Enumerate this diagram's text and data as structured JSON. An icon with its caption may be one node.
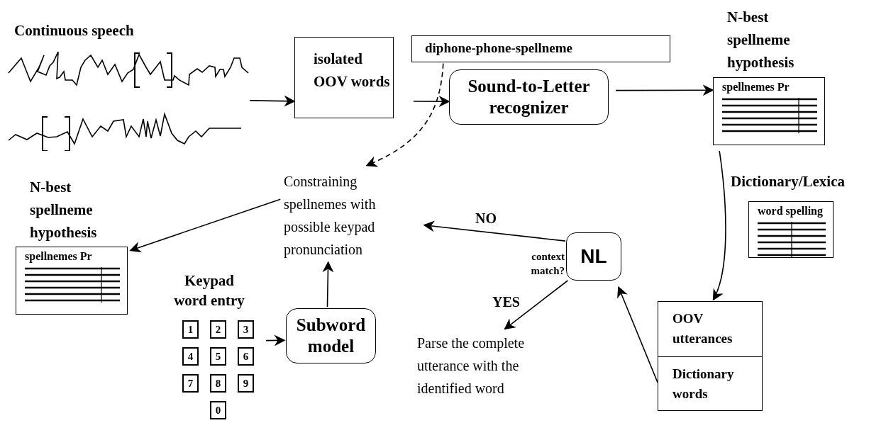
{
  "diagram": {
    "nodes": [
      {
        "text": [
          "Continuous speech"
        ]
      },
      {
        "text": [
          "isolated OOV words"
        ]
      },
      {
        "text": [
          "diphone-phone-spellneme"
        ]
      },
      {
        "text": [
          "Sound-to-Letter recognizer"
        ]
      },
      {
        "text": [
          "N-best spellneme hypothesis",
          "spellnemes Pr"
        ]
      },
      {
        "text": [
          "Constraining spellnemes with possible keypad pronunciation"
        ]
      },
      {
        "text": [
          "Dictionary/Lexica",
          "word spelling"
        ]
      },
      {
        "text": [
          "N-best spellneme hypothesis",
          "spellnemes Pr"
        ]
      },
      {
        "text": [
          "NL"
        ],
        "beside": [
          "context match?"
        ]
      },
      {
        "text": [
          "Keypad word entry"
        ]
      },
      {
        "text": [
          "Subword model"
        ]
      },
      {
        "text": [
          "Parse the complete utterance with the identified word"
        ]
      },
      {
        "text": [
          "OOV utterances",
          "Dictionary words"
        ]
      }
    ],
    "edges": [
      {
        "from": 0,
        "to": 1,
        "arrow": "to"
      },
      {
        "from": 1,
        "to": 3,
        "arrow": "to"
      },
      {
        "from": 3,
        "to": 4,
        "arrow": "to"
      },
      {
        "from": 2,
        "to": 5,
        "arrow": "to",
        "style": "dashed"
      },
      {
        "from": 4,
        "to": 12,
        "arrow": "to"
      },
      {
        "from": 5,
        "to": 7,
        "arrow": "to"
      },
      {
        "from": 8,
        "to": 5,
        "arrow": "to",
        "label": "NO"
      },
      {
        "from": 8,
        "to": 11,
        "arrow": "to",
        "label": "YES"
      },
      {
        "from": 12,
        "to": 8,
        "arrow": "to"
      },
      {
        "from": 9,
        "to": 10,
        "arrow": "to"
      },
      {
        "from": 10,
        "to": 5,
        "arrow": "to"
      }
    ],
    "labels": [
      "1",
      "2",
      "3",
      "4",
      "5",
      "6",
      "7",
      "8",
      "9",
      "0"
    ]
  }
}
